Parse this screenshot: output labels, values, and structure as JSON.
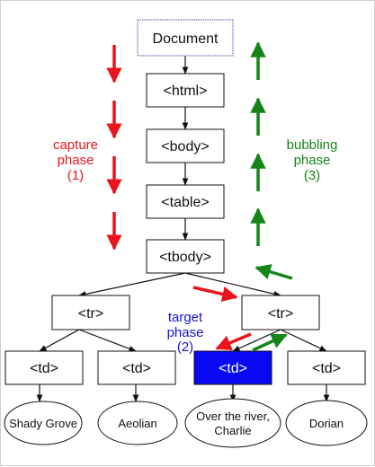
{
  "diagram": {
    "nodes": {
      "document": "Document",
      "html": "<html>",
      "body": "<body>",
      "table": "<table>",
      "tbody": "<tbody>",
      "tr_left": "<tr>",
      "tr_right": "<tr>",
      "td_1": "<td>",
      "td_2": "<td>",
      "td_3": "<td>",
      "td_4": "<td>"
    },
    "leaves": {
      "leaf_1": [
        "Shady Grove"
      ],
      "leaf_2": [
        "Aeolian"
      ],
      "leaf_3": [
        "Over the river,",
        "Charlie"
      ],
      "leaf_4": [
        "Dorian"
      ]
    },
    "phases": {
      "capture": [
        "capture",
        "phase",
        "(1)"
      ],
      "target": [
        "target",
        "phase",
        "(2)"
      ],
      "bubbling": [
        "bubbling",
        "phase",
        "(3)"
      ]
    },
    "colors": {
      "capture": "#e8161c",
      "target": "#1512c9",
      "bubbling": "#158518",
      "target_fill": "#0808f2",
      "document_border": "#8b87c4"
    }
  }
}
